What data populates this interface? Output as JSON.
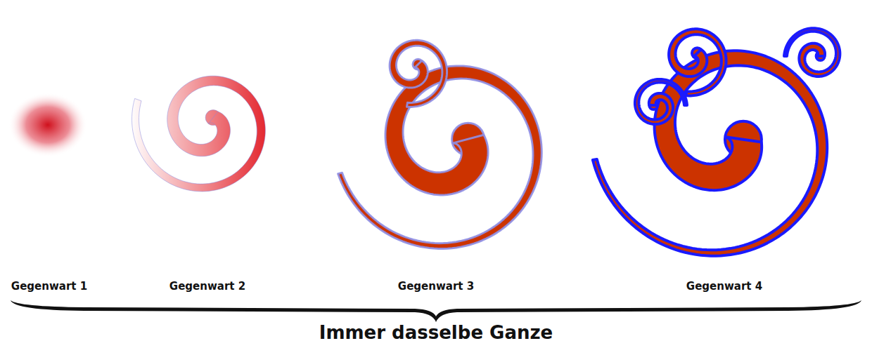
{
  "diagram": {
    "labels": [
      "Gegenwart 1",
      "Gegenwart 2",
      "Gegenwart 3",
      "Gegenwart 4",
      "Immer dasselbe Ganze"
    ]
  }
}
